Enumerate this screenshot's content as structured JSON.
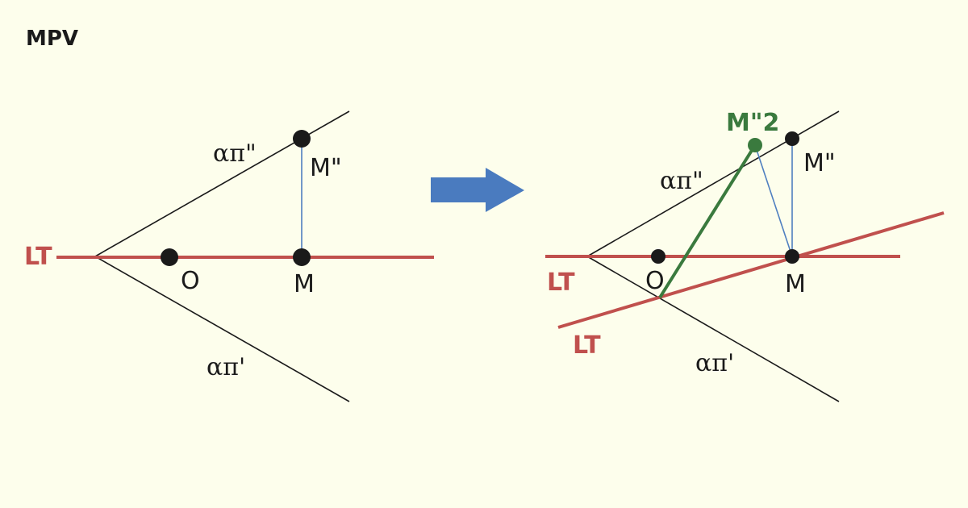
{
  "title": "MPV",
  "colors": {
    "background": "#fdfeec",
    "ink": "#1a1a1a",
    "ground_line": "#c0504d",
    "projector": "#4f7fc0",
    "new_point": "#3a7a3e",
    "arrow": "#4a7bbf"
  },
  "left_panel": {
    "trace_upper": "απ\"",
    "trace_lower": "απ'",
    "ground_line": "LT",
    "point_o": "O",
    "point_m": "M",
    "point_m_front": "M\""
  },
  "right_panel": {
    "trace_upper": "απ\"",
    "trace_lower": "απ'",
    "ground_line_old": "LT",
    "ground_line_new": "LT",
    "point_o": "O",
    "point_m": "M",
    "point_m_front": "M\"",
    "point_m_new": "M\"2"
  }
}
